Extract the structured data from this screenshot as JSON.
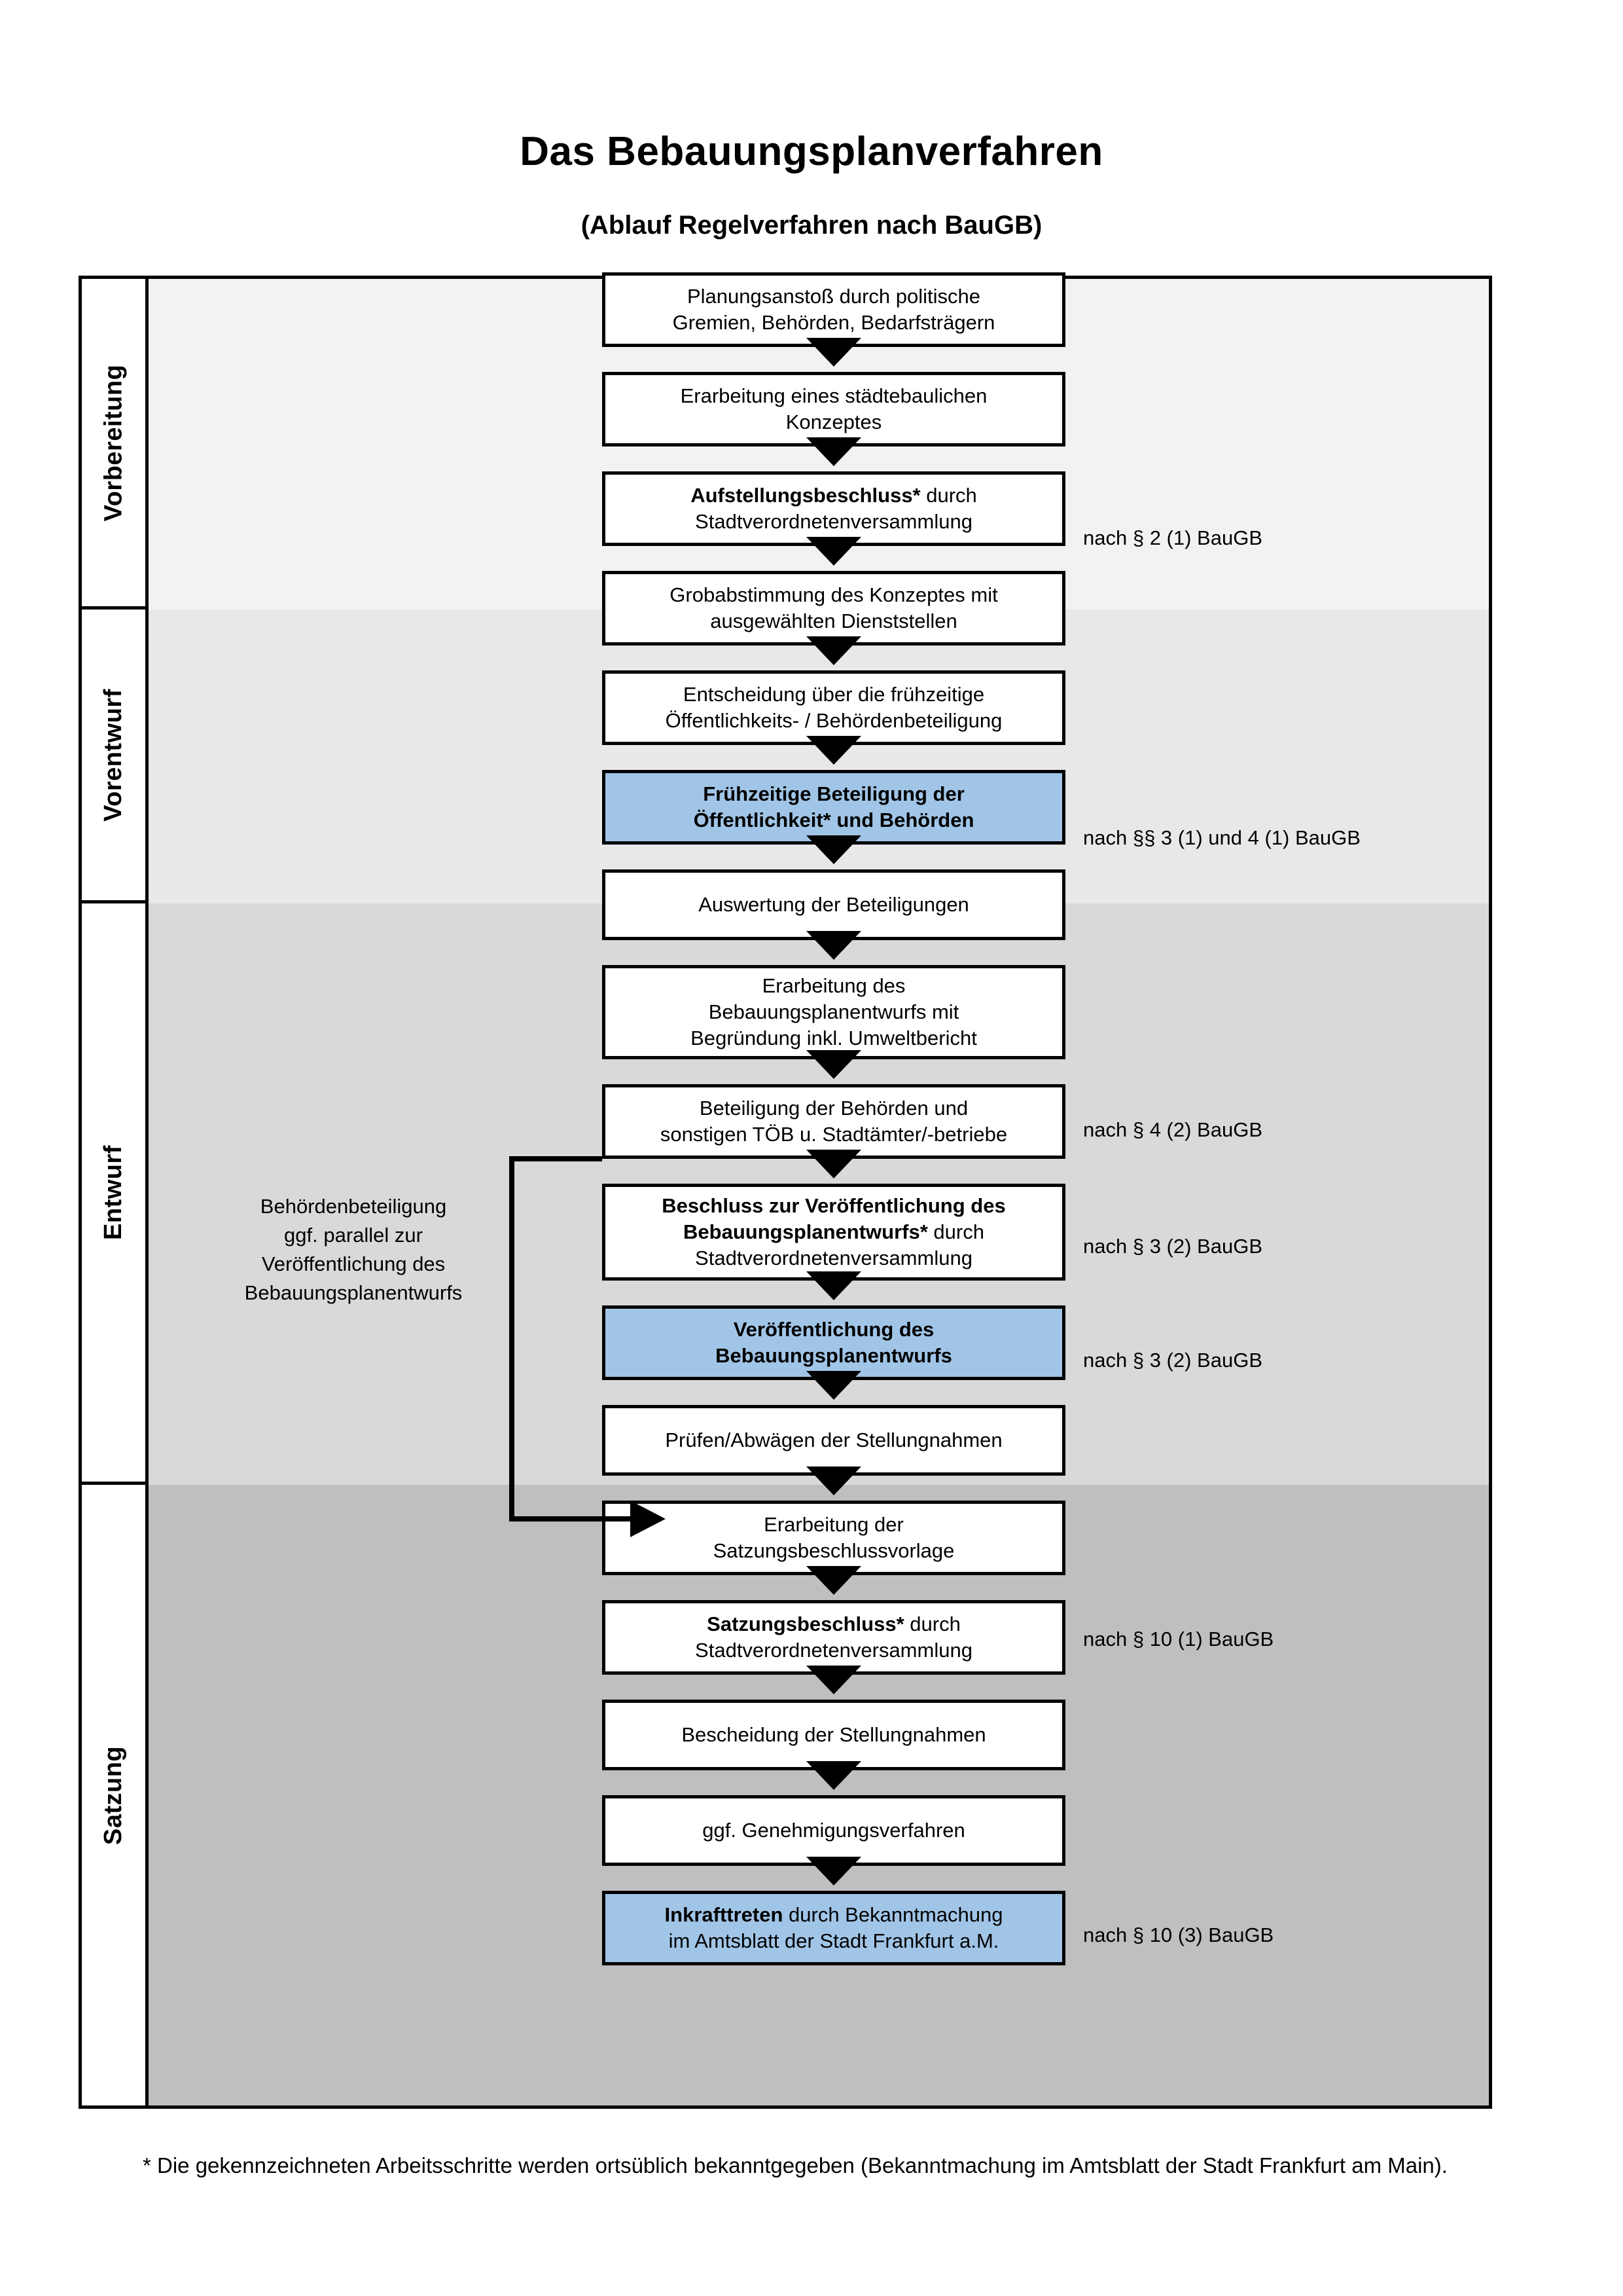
{
  "document": {
    "title": "Das Bebauungsplanverfahren",
    "subtitle": "(Ablauf Regelverfahren nach BauGB)",
    "footnote": "* Die gekennzeichneten Arbeitsschritte werden ortsüblich bekanntgegeben (Bekanntmachung im Amtsblatt  der Stadt Frankfurt am Main)."
  },
  "colors": {
    "highlight_blue": "#a1c5e7",
    "band_vorbereitung": "#f2f2f2",
    "band_vorentwurf": "#e8e8e8",
    "band_entwurf": "#d9d9d9",
    "band_satzung": "#bfbfbf",
    "line": "#000000"
  },
  "phases": [
    {
      "id": "vorbereitung",
      "label": "Vorbereitung"
    },
    {
      "id": "vorentwurf",
      "label": "Vorentwurf"
    },
    {
      "id": "entwurf",
      "label": "Entwurf"
    },
    {
      "id": "satzung",
      "label": "Satzung"
    }
  ],
  "side_note": {
    "lines": [
      "Behördenbeteiligung",
      "ggf. parallel zur",
      "Veröffentlichung des",
      "Bebauungsplanentwurfs"
    ]
  },
  "steps": [
    {
      "id": "planungsanstoss",
      "phase": "vorbereitung",
      "highlight": false,
      "lines": [
        {
          "text": "Planungsanstoß durch politische",
          "bold": false
        },
        {
          "text": "Gremien, Behörden, Bedarfsträgern",
          "bold": false
        }
      ]
    },
    {
      "id": "staedtebauliches-konzept",
      "phase": "vorbereitung",
      "highlight": false,
      "lines": [
        {
          "text": "Erarbeitung eines städtebaulichen",
          "bold": false
        },
        {
          "text": "Konzeptes",
          "bold": false
        }
      ]
    },
    {
      "id": "aufstellungsbeschluss",
      "phase": "vorbereitung",
      "highlight": false,
      "lines": [
        {
          "text": "Aufstellungsbeschluss*",
          "bold": true
        },
        {
          "text": " durch",
          "bold": false
        },
        {
          "text": "BR",
          "bold": false
        },
        {
          "text": "Stadtverordnetenversammlung",
          "bold": false
        }
      ]
    },
    {
      "id": "grobabstimmung",
      "phase": "vorentwurf",
      "highlight": false,
      "lines": [
        {
          "text": "Grobabstimmung des Konzeptes mit",
          "bold": false
        },
        {
          "text": "ausgewählten Dienststellen",
          "bold": false
        }
      ]
    },
    {
      "id": "entscheidung-fruehzeitige",
      "phase": "vorentwurf",
      "highlight": false,
      "lines": [
        {
          "text": "Entscheidung über die frühzeitige",
          "bold": false
        },
        {
          "text": "Öffentlichkeits- / Behördenbeteiligung",
          "bold": false
        }
      ]
    },
    {
      "id": "fruehzeitige-beteiligung",
      "phase": "vorentwurf",
      "highlight": true,
      "lines": [
        {
          "text": "Frühzeitige Beteiligung der",
          "bold": true
        },
        {
          "text": "Öffentlichkeit* und Behörden",
          "bold": true
        }
      ]
    },
    {
      "id": "auswertung-beteiligungen",
      "phase": "entwurf",
      "highlight": false,
      "lines": [
        {
          "text": "Auswertung der Beteiligungen",
          "bold": false
        }
      ]
    },
    {
      "id": "erarbeitung-entwurf",
      "phase": "entwurf",
      "highlight": false,
      "lines": [
        {
          "text": "Erarbeitung des",
          "bold": false
        },
        {
          "text": "Bebauungsplanentwurfs mit",
          "bold": false
        },
        {
          "text": "Begründung inkl. Umweltbericht",
          "bold": false
        }
      ]
    },
    {
      "id": "beteiligung-behoerden-toeb",
      "phase": "entwurf",
      "highlight": false,
      "lines": [
        {
          "text": "Beteiligung der Behörden und",
          "bold": false
        },
        {
          "text": "sonstigen TÖB u. Stadtämter/-betriebe",
          "bold": false
        }
      ]
    },
    {
      "id": "beschluss-veroeffentlichung",
      "phase": "entwurf",
      "highlight": false,
      "lines": [
        {
          "text": "Beschluss zur Veröffentlichung des",
          "bold": true
        },
        {
          "text": "Bebauungsplanentwurfs*",
          "bold": true
        },
        {
          "text": " durch",
          "bold": false
        },
        {
          "text": "BR",
          "bold": false
        },
        {
          "text": "Stadtverordnetenversammlung",
          "bold": false
        }
      ]
    },
    {
      "id": "veroeffentlichung-entwurf",
      "phase": "entwurf",
      "highlight": true,
      "lines": [
        {
          "text": "Veröffentlichung des",
          "bold": true
        },
        {
          "text": "Bebauungsplanentwurfs",
          "bold": true
        }
      ]
    },
    {
      "id": "pruefen-abwaegen",
      "phase": "satzung",
      "highlight": false,
      "lines": [
        {
          "text": "Prüfen/Abwägen der Stellungnahmen",
          "bold": false
        }
      ]
    },
    {
      "id": "satzungsbeschlussvorlage",
      "phase": "satzung",
      "highlight": false,
      "lines": [
        {
          "text": "Erarbeitung der",
          "bold": false
        },
        {
          "text": "Satzungsbeschlussvorlage",
          "bold": false
        }
      ]
    },
    {
      "id": "satzungsbeschluss",
      "phase": "satzung",
      "highlight": false,
      "lines": [
        {
          "text": "Satzungsbeschluss*",
          "bold": true
        },
        {
          "text": " durch",
          "bold": false
        },
        {
          "text": "BR",
          "bold": false
        },
        {
          "text": "Stadtverordnetenversammlung",
          "bold": false
        }
      ]
    },
    {
      "id": "bescheidung-stellungnahmen",
      "phase": "satzung",
      "highlight": false,
      "lines": [
        {
          "text": "Bescheidung der Stellungnahmen",
          "bold": false
        }
      ]
    },
    {
      "id": "genehmigungsverfahren",
      "phase": "satzung",
      "highlight": false,
      "lines": [
        {
          "text": "ggf. Genehmigungsverfahren",
          "bold": false
        }
      ]
    },
    {
      "id": "inkrafttreten",
      "phase": "satzung",
      "highlight": true,
      "lines": [
        {
          "text": "Inkrafttreten",
          "bold": true
        },
        {
          "text": " durch Bekanntmachung",
          "bold": false
        },
        {
          "text": "BR",
          "bold": false
        },
        {
          "text": "im Amtsblatt der Stadt Frankfurt a.M.",
          "bold": false
        }
      ]
    }
  ],
  "law_notes": [
    {
      "id": "note-par2-1",
      "for_step": "aufstellungsbeschluss",
      "text": "nach § 2 (1) BauGB"
    },
    {
      "id": "note-par3-1-4-1",
      "for_step": "fruehzeitige-beteiligung",
      "text": "nach §§ 3 (1) und 4 (1) BauGB"
    },
    {
      "id": "note-par4-2",
      "for_step": "beteiligung-behoerden-toeb",
      "text": "nach § 4 (2) BauGB"
    },
    {
      "id": "note-par3-2-a",
      "for_step": "beschluss-veroeffentlichung",
      "text": "nach § 3 (2) BauGB"
    },
    {
      "id": "note-par3-2-b",
      "for_step": "veroeffentlichung-entwurf",
      "text": "nach § 3 (2) BauGB"
    },
    {
      "id": "note-par10-1",
      "for_step": "satzungsbeschluss",
      "text": "nach § 10 (1) BauGB"
    },
    {
      "id": "note-par10-3",
      "for_step": "inkrafttreten",
      "text": "nach § 10 (3) BauGB"
    }
  ]
}
